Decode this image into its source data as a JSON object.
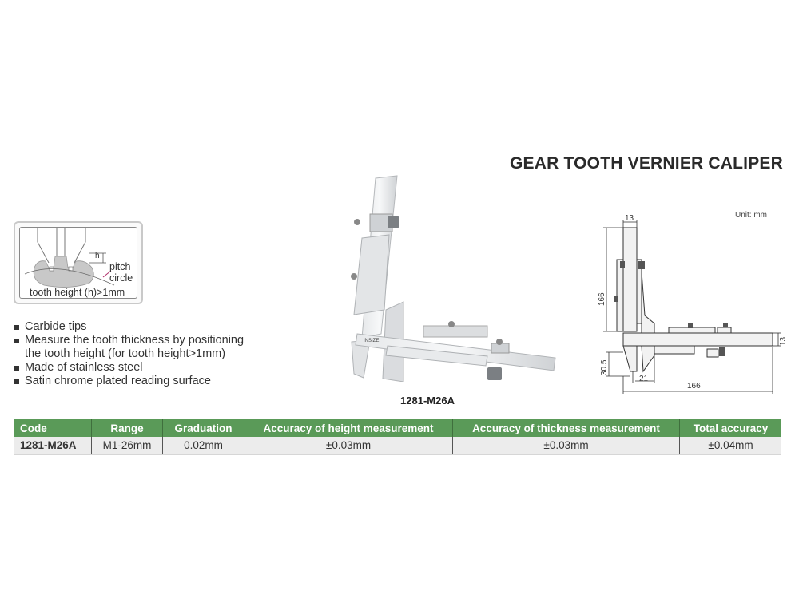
{
  "title": "GEAR TOOTH VERNIER CALIPER",
  "inset": {
    "label_h": "h",
    "label_pitch": "pitch",
    "label_circle": "circle",
    "caption": "tooth height (h)>1mm"
  },
  "features": [
    "Carbide tips",
    "Measure the tooth thickness by positioning",
    "the tooth height (for tooth height>1mm)",
    "Made of stainless steel",
    "Satin chrome plated reading surface"
  ],
  "product": {
    "code_label": "1281-M26A",
    "brand_mark": "INSIZE"
  },
  "drawing": {
    "unit": "Unit: mm",
    "dim_top_width": "13",
    "dim_height": "166",
    "dim_beam_width": "13",
    "dim_jaw": "30.5",
    "dim_jaw_offset": "21",
    "dim_length": "166"
  },
  "table": {
    "headers": [
      "Code",
      "Range",
      "Graduation",
      "Accuracy of height measurement",
      "Accuracy of thickness measurement",
      "Total accuracy"
    ],
    "rows": [
      [
        "1281-M26A",
        "M1-26mm",
        "0.02mm",
        "±0.03mm",
        "±0.03mm",
        "±0.04mm"
      ]
    ],
    "header_color": "#5a9a58",
    "row_color": "#ececec"
  }
}
